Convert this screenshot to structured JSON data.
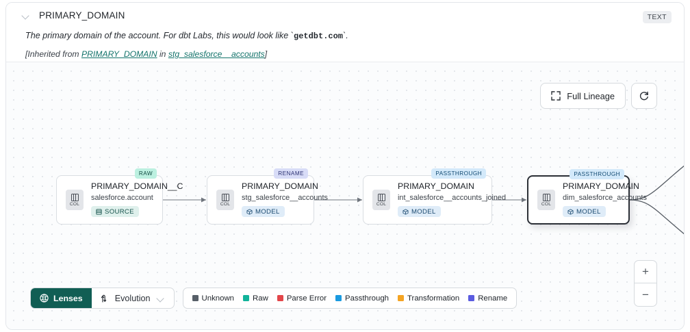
{
  "header": {
    "chevron_icon": "chevron-down-icon",
    "column_name": "PRIMARY_DOMAIN",
    "type_badge": "TEXT",
    "description_pre": "The primary domain of the account. For dbt Labs, this would look like `",
    "description_code": "getdbt.com",
    "description_post": "`.",
    "inherit_prefix": "[Inherited from ",
    "inherit_link1": "PRIMARY_DOMAIN",
    "inherit_middle": " in ",
    "inherit_link2": "stg_salesforce__accounts",
    "inherit_suffix": "]"
  },
  "controls": {
    "full_lineage_label": "Full Lineage",
    "full_lineage_icon": "expand-icon",
    "refresh_icon": "refresh-icon",
    "zoom_in": "+",
    "zoom_out": "−"
  },
  "lineage": {
    "nodes": [
      {
        "badge": "RAW",
        "badge_kind": "raw",
        "icon_label": "COL",
        "title": "PRIMARY_DOMAIN__C",
        "subtitle": "salesforce.account",
        "pill": "SOURCE",
        "pill_kind": "source",
        "pill_icon": "database-icon",
        "selected": false
      },
      {
        "badge": "RENAME",
        "badge_kind": "ren",
        "icon_label": "COL",
        "title": "PRIMARY_DOMAIN",
        "subtitle": "stg_salesforce__accounts",
        "pill": "MODEL",
        "pill_kind": "model",
        "pill_icon": "cube-icon",
        "selected": false
      },
      {
        "badge": "PASSTHROUGH",
        "badge_kind": "pass",
        "icon_label": "COL",
        "title": "PRIMARY_DOMAIN",
        "subtitle": "int_salesforce__accounts_joined",
        "pill": "MODEL",
        "pill_kind": "model",
        "pill_icon": "cube-icon",
        "selected": false
      },
      {
        "badge": "PASSTHROUGH",
        "badge_kind": "pass",
        "icon_label": "COL",
        "title": "PRIMARY_DOMAIN",
        "subtitle": "dim_salesforce_accounts",
        "pill": "MODEL",
        "pill_kind": "model",
        "pill_icon": "cube-icon",
        "selected": true
      }
    ]
  },
  "toolbar": {
    "lenses_label": "Lenses",
    "lenses_icon": "lens-icon",
    "evolution_label": "Evolution",
    "evolution_icon": "sort-arrows-icon",
    "evolution_chevron": "chevron-down-icon",
    "legend": [
      {
        "label": "Unknown",
        "color": "#575f68"
      },
      {
        "label": "Raw",
        "color": "#11b39a"
      },
      {
        "label": "Parse Error",
        "color": "#e3464a"
      },
      {
        "label": "Passthrough",
        "color": "#1a9ae0"
      },
      {
        "label": "Transformation",
        "color": "#f4a423"
      },
      {
        "label": "Rename",
        "color": "#5b5ce0"
      }
    ]
  }
}
